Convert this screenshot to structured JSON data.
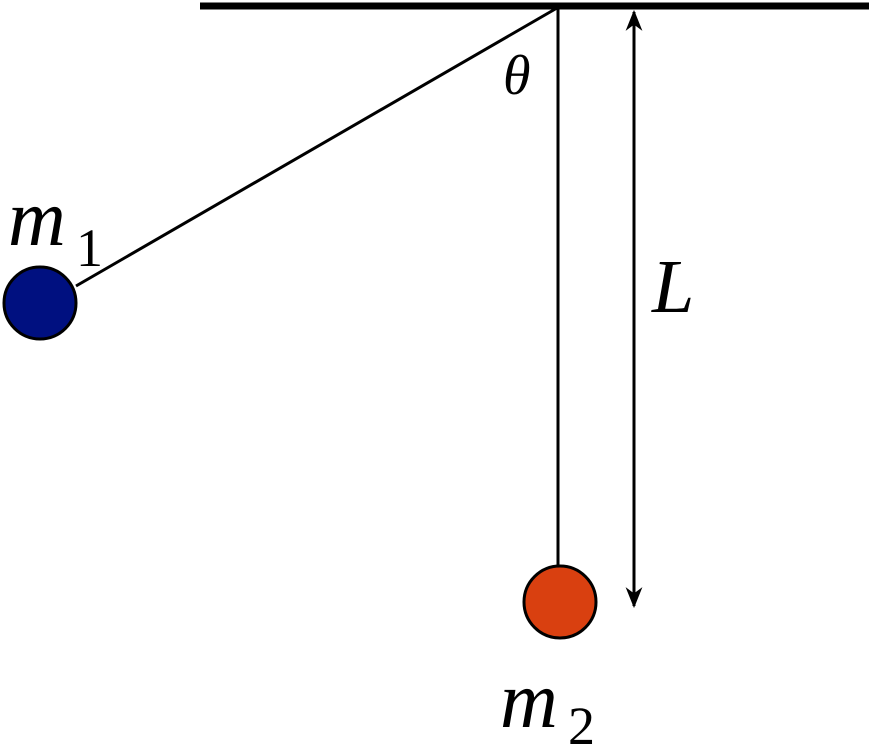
{
  "labels": {
    "mass1": {
      "symbol": "m",
      "subscript": "1"
    },
    "mass2": {
      "symbol": "m",
      "subscript": "2"
    },
    "angle": "θ",
    "length": "L"
  },
  "colors": {
    "mass1": "#001080",
    "mass2": "#d94010",
    "line": "#000000"
  }
}
